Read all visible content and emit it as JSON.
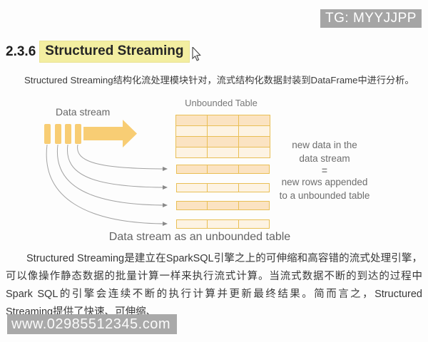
{
  "watermarks": {
    "tg_badge": "TG: MYYJJPP",
    "bottom_bar": "www.02985512345.com"
  },
  "heading": {
    "number": "2.3.6",
    "title": "Structured Streaming"
  },
  "intro_paragraph": "Structured Streaming结构化流处理模块针对，流式结构化数据封装到DataFrame中进行分析。",
  "diagram": {
    "stream_label": "Data stream",
    "table_title": "Unbounded Table",
    "main_table": {
      "rows": 4,
      "cols": 3
    },
    "appended_rows": {
      "count": 4,
      "cols": 3
    },
    "annotation": {
      "line1": "new data in the",
      "line2": "data stream",
      "equals": "=",
      "line3": "new rows appended",
      "line4": "to a unbounded table"
    },
    "caption": "Data stream as an unbounded table",
    "colors": {
      "row_dark": "#fbe3c2",
      "row_light": "#fdf3e3",
      "table_border": "#e9bf55",
      "stream_arrow": "#f8cd74",
      "connector_gray": "#a3a3a3"
    }
  },
  "body_paragraph": "Structured Streaming是建立在SparkSQL引擎之上的可伸缩和高容错的流式处理引擎，可以像操作静态数据的批量计算一样来执行流式计算。当流式数据不断的到达的过程中Spark SQL的引擎会连续不断的执行计算并更新最终结果。简而言之，Structured Streaming提供了快速、可伸缩、"
}
